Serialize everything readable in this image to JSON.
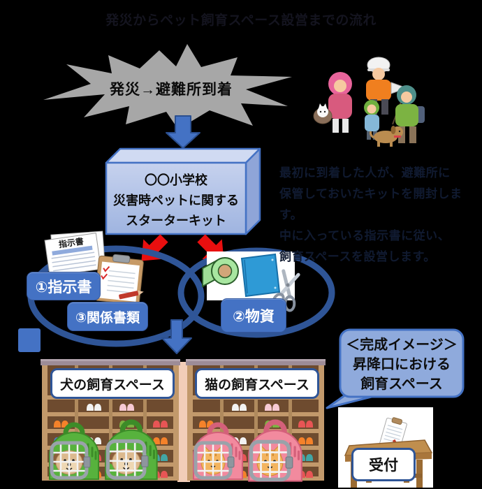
{
  "page": {
    "title": "発災からペット飼育スペース設営までの流れ"
  },
  "starburst": {
    "label": "発災→避難所到着"
  },
  "kit_box": {
    "line1": "〇〇小学校",
    "line2": "災害時ペットに関する",
    "line3": "スターターキット"
  },
  "description": {
    "line1": "最初に到着した人が、避難所に",
    "line2": "保管しておいたキットを開封します。",
    "line3": "中に入っている指示書に従い、",
    "line4": "飼育スペースを設営します。"
  },
  "kit_items": {
    "instructions_label": "①指示書",
    "documents_label": "③関係書類",
    "supplies_label": "②物資",
    "paper_title": "指示書"
  },
  "spaces": {
    "dog_label": "犬の飼育スペース",
    "cat_label": "猫の飼育スペース"
  },
  "bubble": {
    "line1": "＜完成イメージ＞",
    "line2": "昇降口における",
    "line3": "飼育スペース"
  },
  "reception": {
    "label": "受付"
  },
  "colors": {
    "accent_blue": "#4472C4",
    "dark_blue": "#2F5597",
    "arrow_red": "#E90F0F",
    "burst_gray": "#A7A7A7",
    "bubble_fill": "#8FAADC",
    "carrier_dog_green": "#57B23D",
    "carrier_cat_pink": "#F28A9E",
    "tarp_blue": "#2E9AD6",
    "tape_green": "#A8E6A0"
  }
}
